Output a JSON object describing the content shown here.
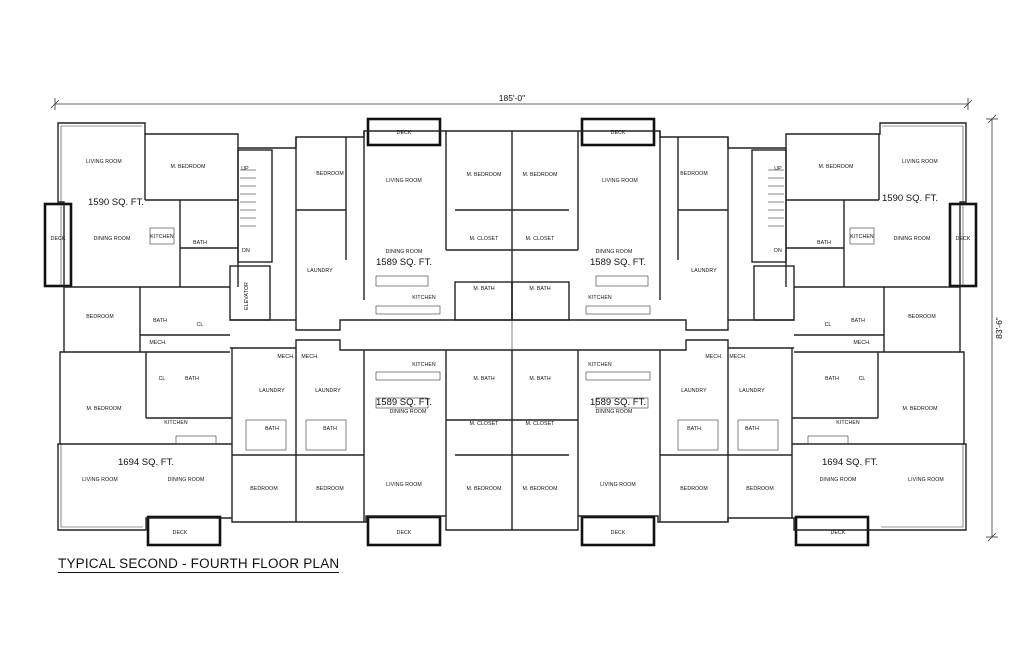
{
  "title": "TYPICAL SECOND - FOURTH FLOOR PLAN",
  "dimensions": {
    "width": "185'-0\"",
    "depth": "83'-6\""
  },
  "room_labels": {
    "living_room": "LIVING ROOM",
    "m_bedroom": "M. BEDROOM",
    "bedroom": "BEDROOM",
    "dining_room": "DINING ROOM",
    "kitchen": "KITCHEN",
    "bath": "BATH",
    "m_bath": "M. BATH",
    "m_closet": "M. CLOSET",
    "laundry": "LAUNDRY",
    "mech": "MECH.",
    "elevator": "ELEVATOR",
    "deck": "DECK",
    "up": "UP",
    "dn": "DN",
    "cl": "CL"
  },
  "units": {
    "a": "1590 SQ. FT.",
    "b": "1589 SQ. FT.",
    "c": "1694 SQ. FT."
  }
}
